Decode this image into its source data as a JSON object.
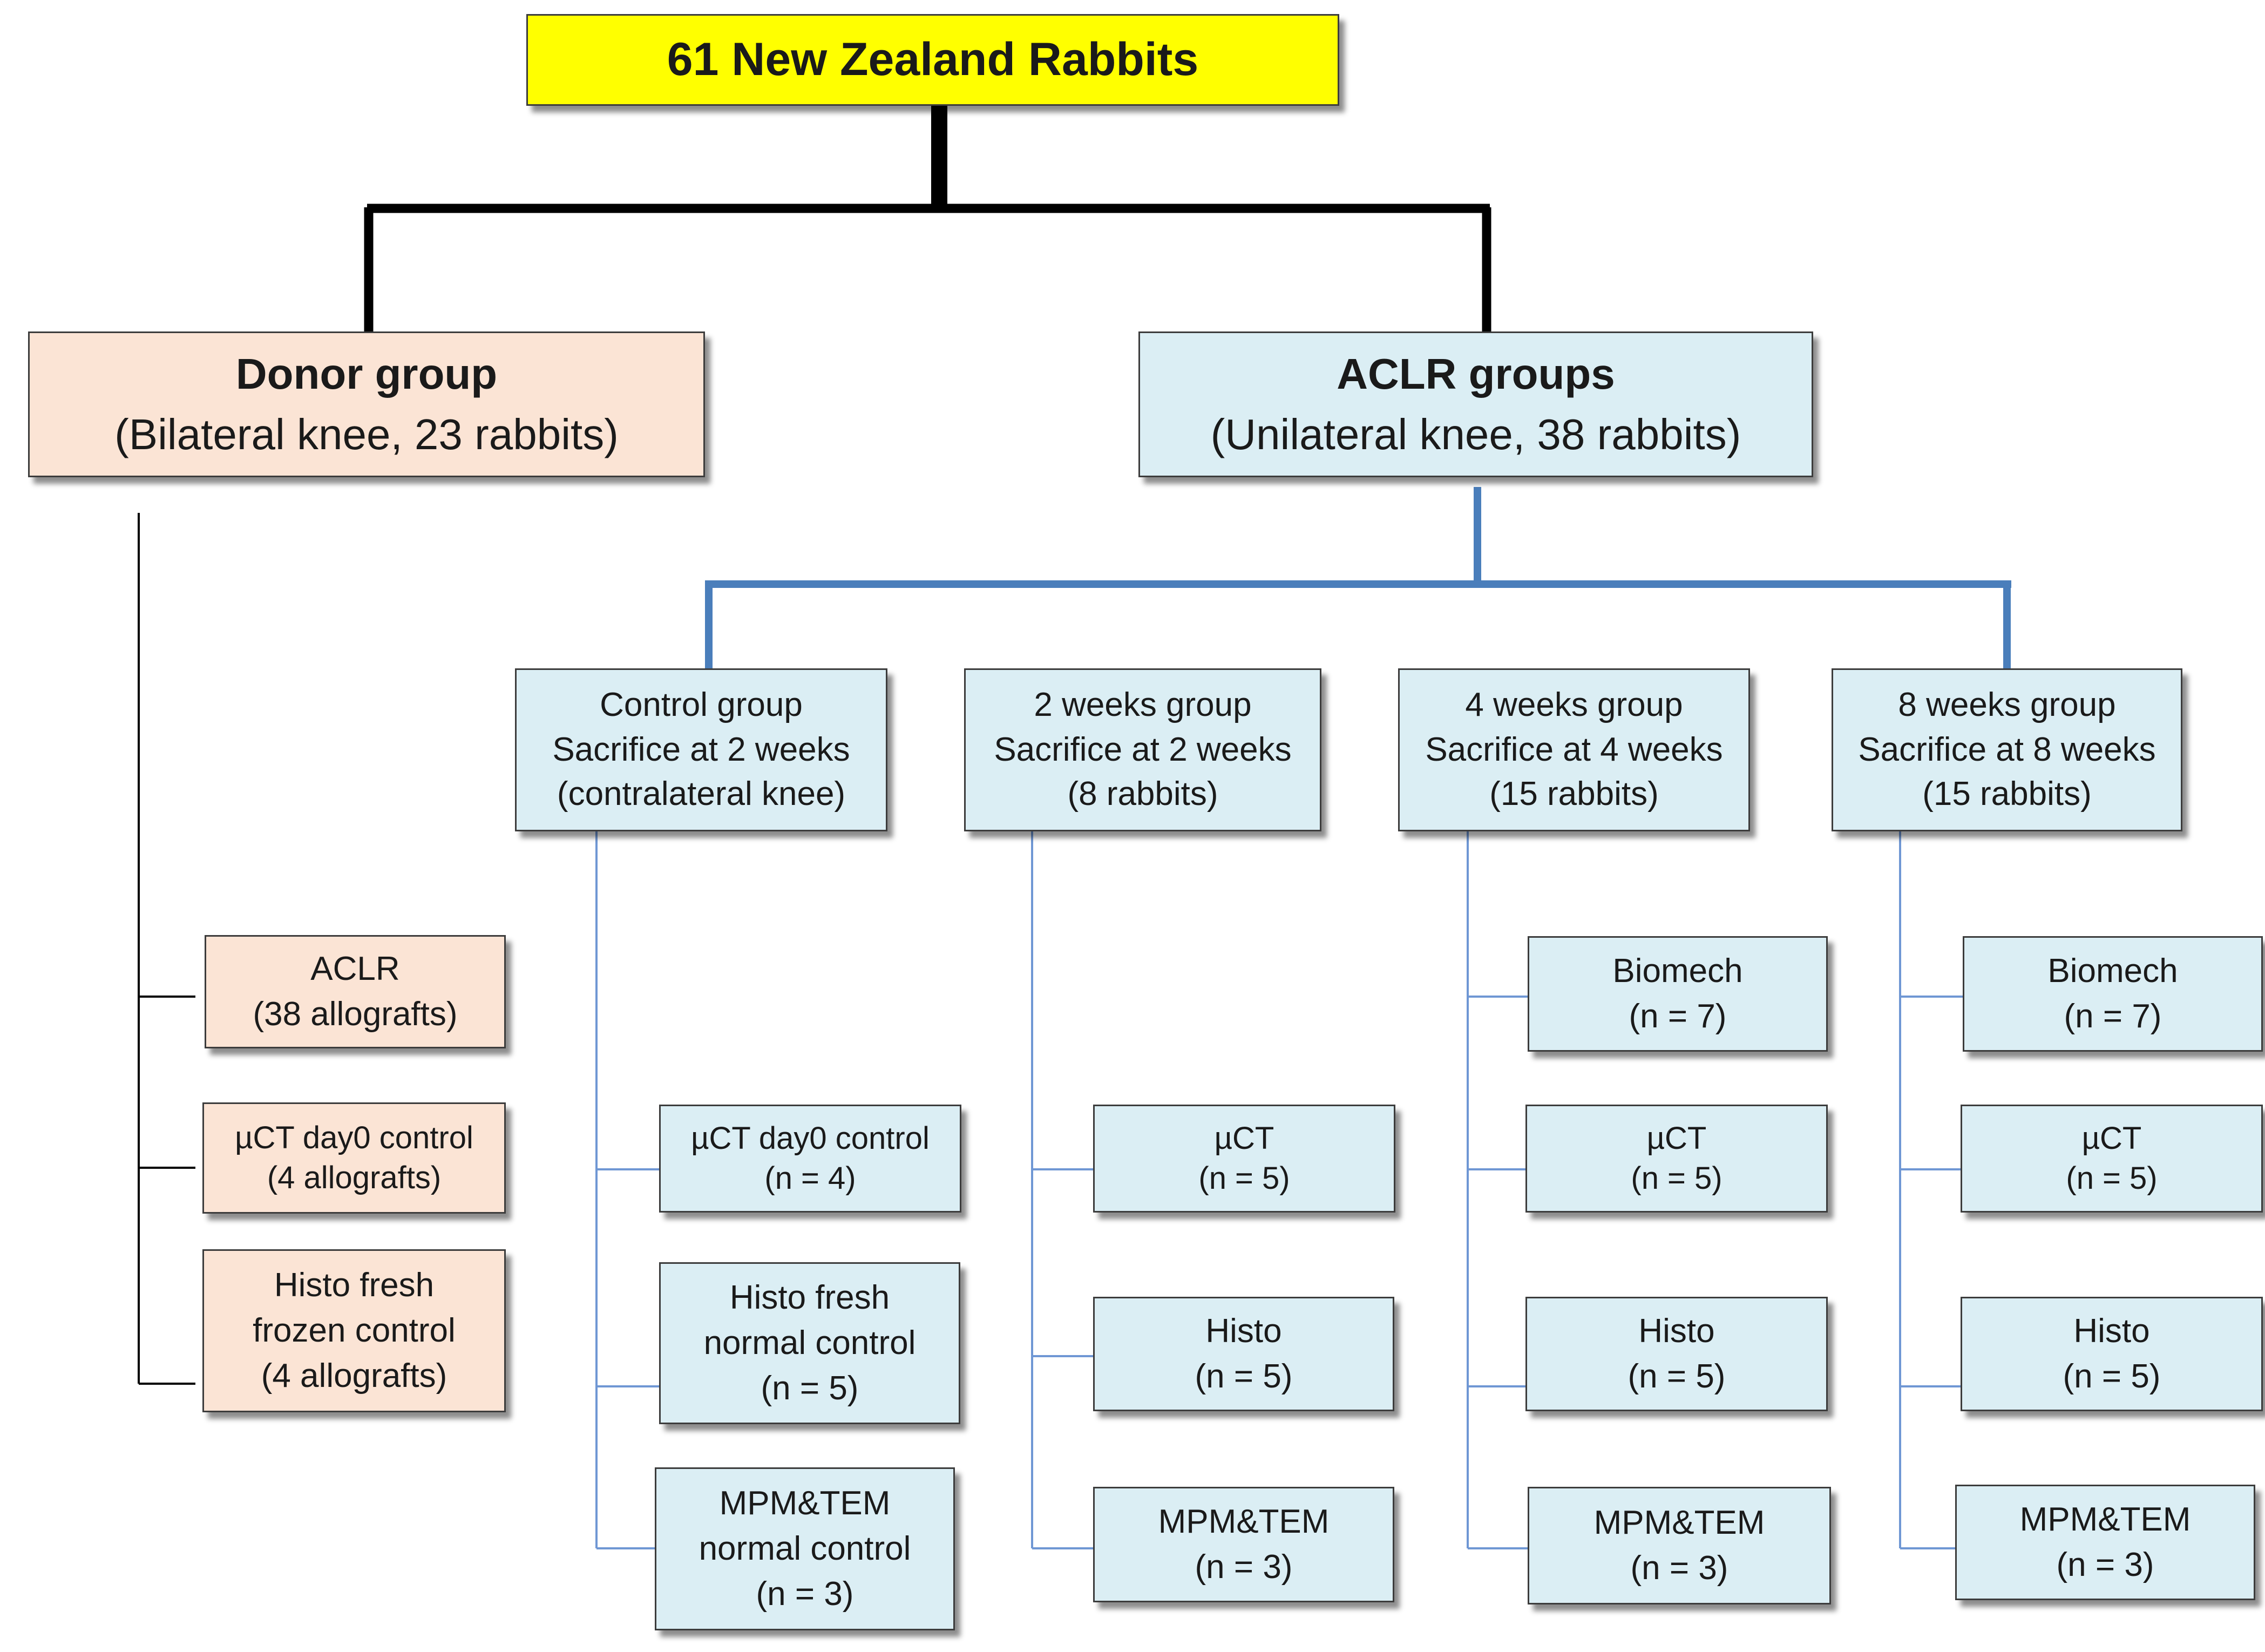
{
  "colors": {
    "root_fill": "#ffff00",
    "donor_fill": "#fbe4d5",
    "aclr_fill": "#dbeef4",
    "black_connector": "#000000",
    "blue_connector": "#4a7ebb",
    "thin_blue_connector": "#6f97d4"
  },
  "root": {
    "label": "61 New Zealand Rabbits"
  },
  "donor": {
    "title": "Donor group",
    "subtitle": "(Bilateral knee, 23 rabbits)",
    "items": [
      {
        "line1": "ACLR",
        "line2": "(38 allografts)"
      },
      {
        "line1": "µCT day0 control",
        "line2": "(4 allografts)"
      },
      {
        "line1": "Histo fresh",
        "line2": "frozen control",
        "line3": "(4 allografts)"
      }
    ]
  },
  "aclr": {
    "title": "ACLR groups",
    "subtitle": "(Unilateral knee, 38 rabbits)"
  },
  "groups": [
    {
      "line1": "Control group",
      "line2": "Sacrifice at 2 weeks",
      "line3": "(contralateral knee)",
      "items": [
        {
          "line1": "µCT day0 control",
          "line2": "(n = 4)"
        },
        {
          "line1": "Histo fresh",
          "line2": "normal control",
          "line3": "(n = 5)"
        },
        {
          "line1": "MPM&TEM",
          "line2": "normal control",
          "line3": "(n = 3)"
        }
      ]
    },
    {
      "line1": "2 weeks group",
      "line2": "Sacrifice at 2 weeks",
      "line3": "(8 rabbits)",
      "items": [
        {
          "line1": "µCT",
          "line2": "(n = 5)"
        },
        {
          "line1": "Histo",
          "line2": "(n = 5)"
        },
        {
          "line1": "MPM&TEM",
          "line2": "(n = 3)"
        }
      ]
    },
    {
      "line1": "4 weeks group",
      "line2": "Sacrifice at 4 weeks",
      "line3": "(15 rabbits)",
      "items": [
        {
          "line1": "Biomech",
          "line2": "(n = 7)"
        },
        {
          "line1": "µCT",
          "line2": "(n = 5)"
        },
        {
          "line1": "Histo",
          "line2": "(n = 5)"
        },
        {
          "line1": "MPM&TEM",
          "line2": "(n = 3)"
        }
      ]
    },
    {
      "line1": "8 weeks group",
      "line2": "Sacrifice at 8 weeks",
      "line3": "(15 rabbits)",
      "items": [
        {
          "line1": "Biomech",
          "line2": "(n = 7)"
        },
        {
          "line1": "µCT",
          "line2": "(n = 5)"
        },
        {
          "line1": "Histo",
          "line2": "(n = 5)"
        },
        {
          "line1": "MPM&TEM",
          "line2": "(n = 3)"
        }
      ]
    }
  ]
}
